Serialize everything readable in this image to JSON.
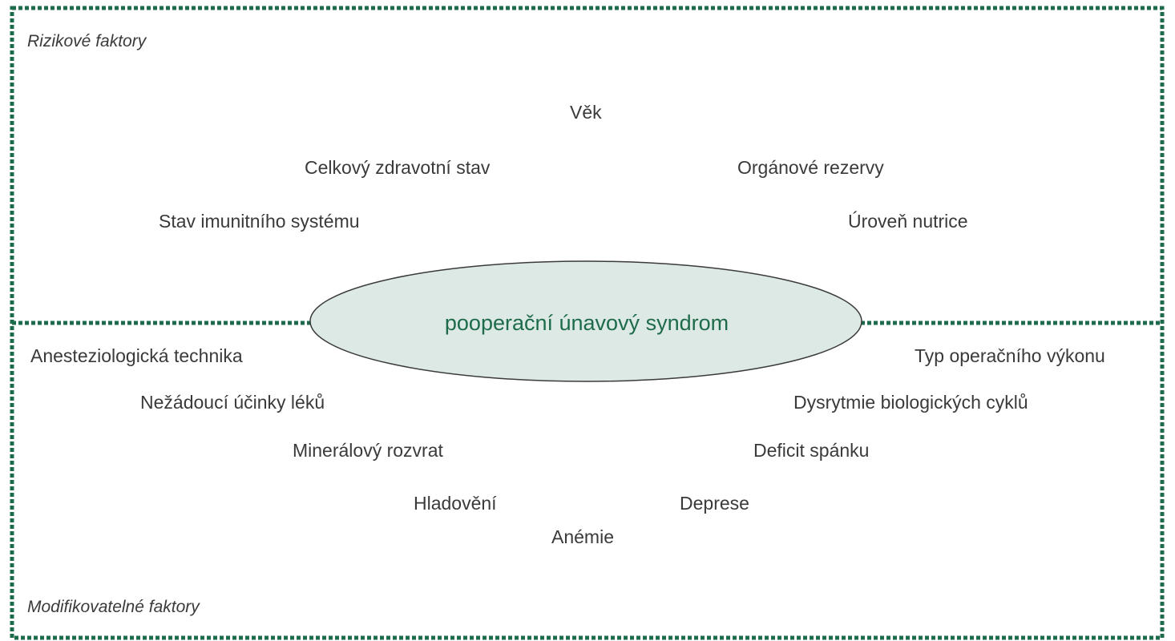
{
  "colors": {
    "border": "#1e6b4b",
    "ellipse_fill": "#dde9e5",
    "ellipse_stroke": "#3a3a3a",
    "center_text": "#1e6b4b",
    "text": "#3a3a3a"
  },
  "risk_section": {
    "title": "Rizikové faktory",
    "items": [
      "Věk",
      "Celkový zdravotní stav",
      "Orgánové rezervy",
      "Stav imunitního systému",
      "Úroveň nutrice"
    ]
  },
  "center": {
    "label": "pooperační únavový syndrom"
  },
  "modifiable_section": {
    "title": "Modifikovatelné faktory",
    "items": [
      "Anesteziologická technika",
      "Typ operačního výkonu",
      "Nežádoucí účinky léků",
      "Dysrytmie biologických cyklů",
      "Minerálový rozvrat",
      "Deficit spánku",
      "Hladovění",
      "Deprese",
      "Anémie"
    ]
  }
}
